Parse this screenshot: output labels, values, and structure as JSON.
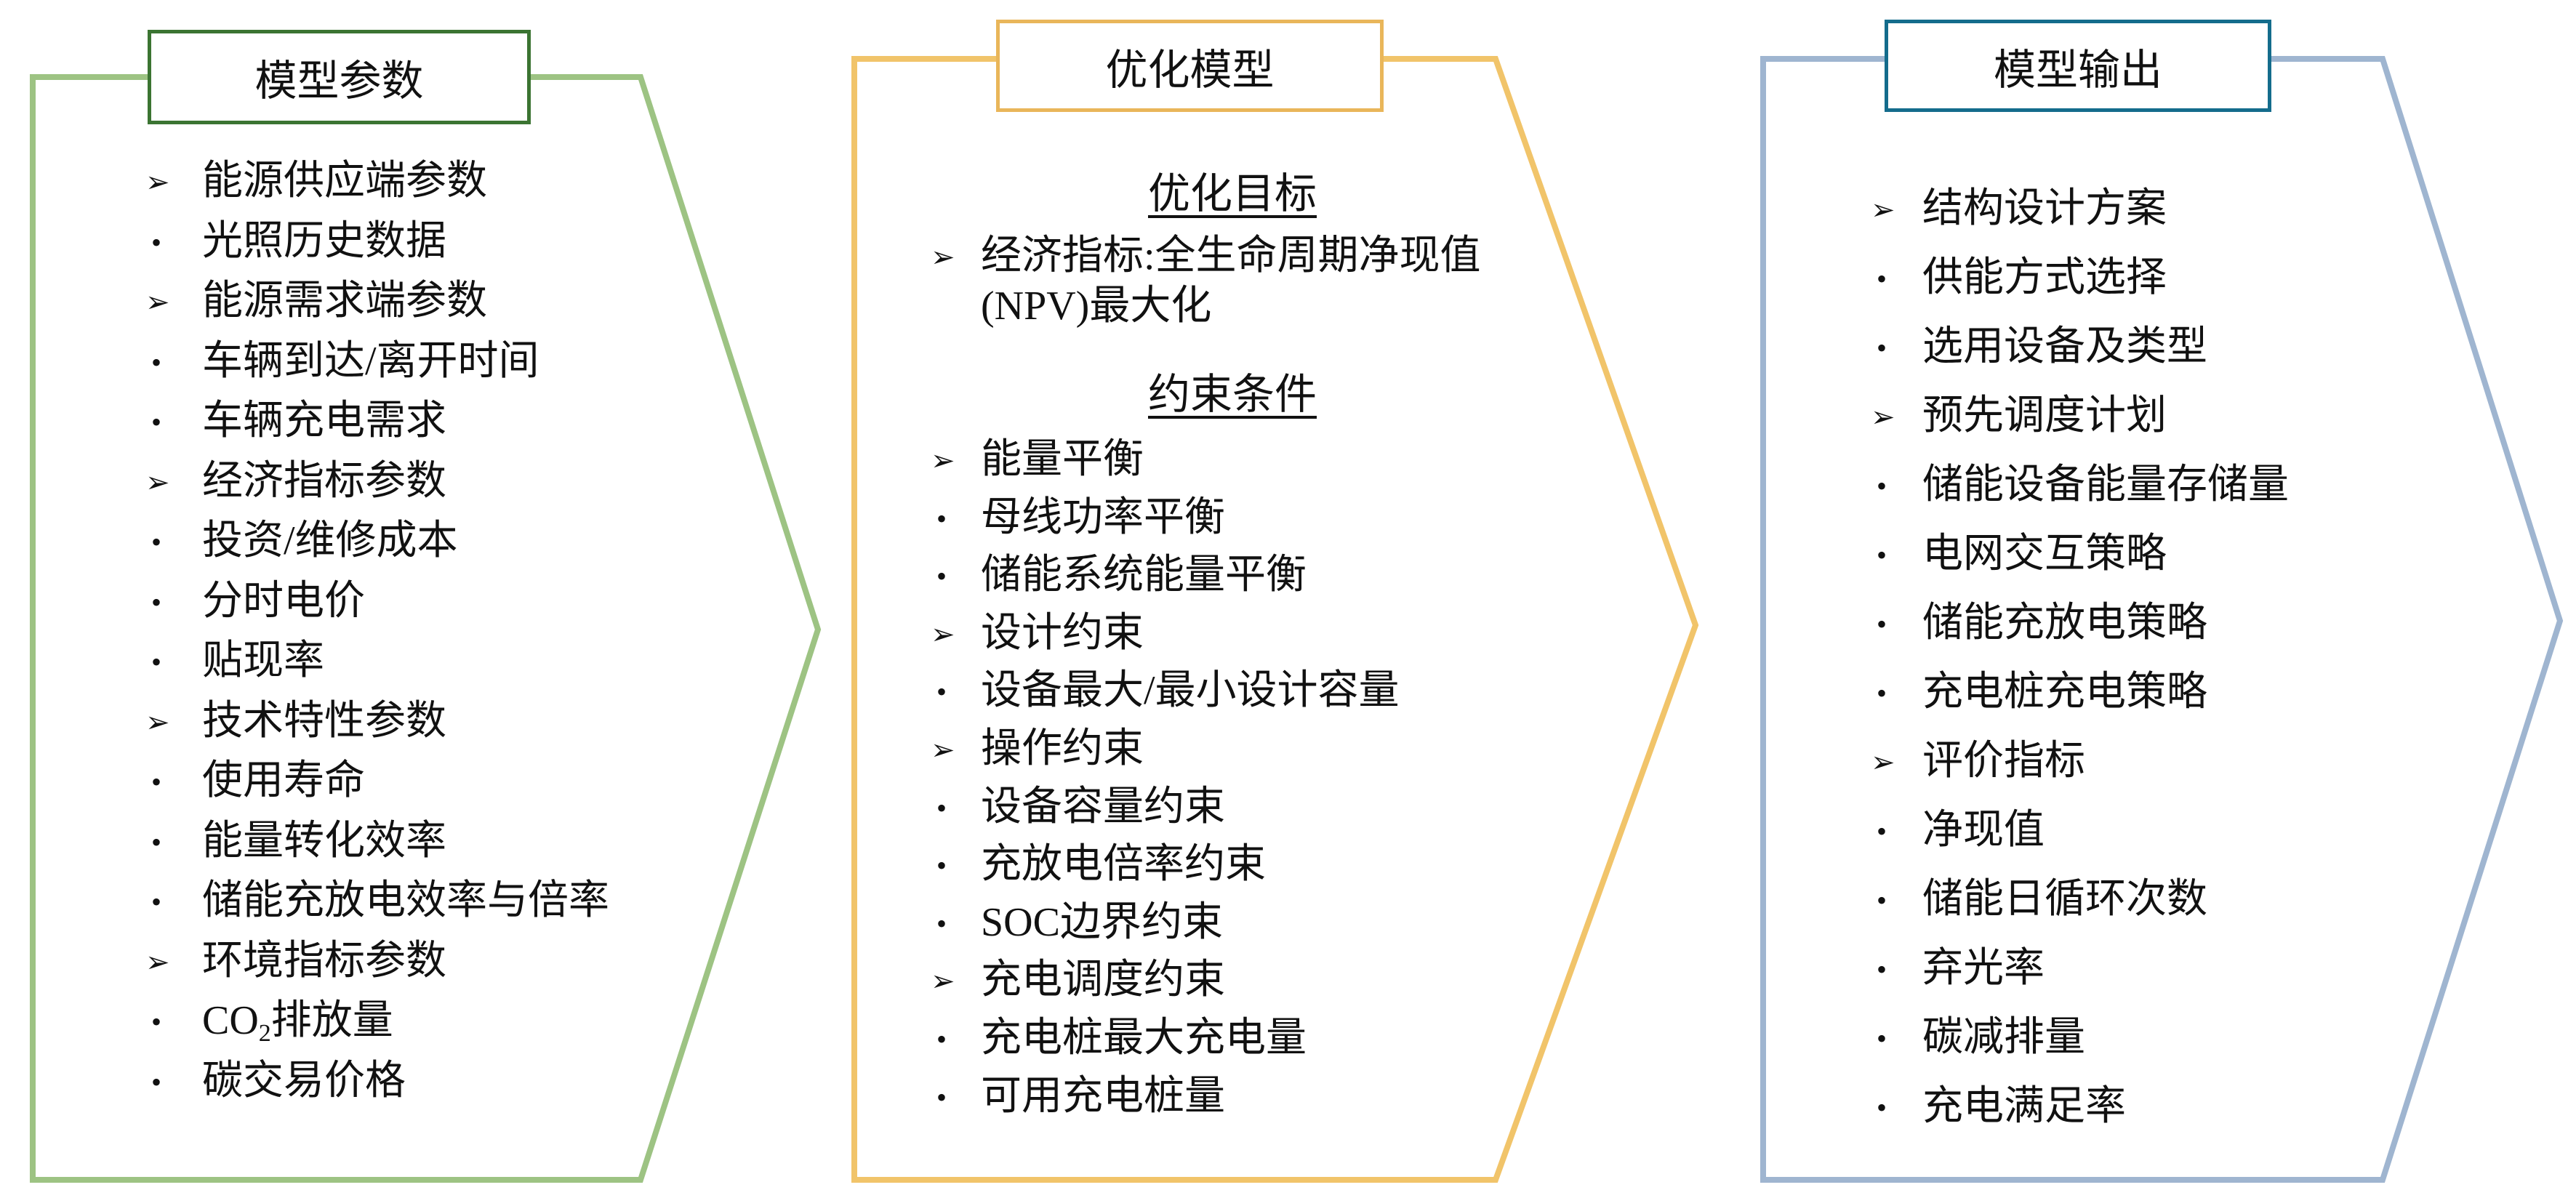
{
  "colors": {
    "panel1_frame": "#9dc383",
    "panel1_title_border": "#3b7432",
    "panel2_frame": "#f1c46a",
    "panel2_title_border": "#e9b65a",
    "panel3_frame": "#9fb5d0",
    "panel3_title_border": "#146c8c"
  },
  "panels": [
    {
      "title": "模型参数",
      "items": [
        {
          "bullet": "arrow",
          "text": "能源供应端参数"
        },
        {
          "bullet": "dot",
          "text": "光照历史数据"
        },
        {
          "bullet": "arrow",
          "text": "能源需求端参数"
        },
        {
          "bullet": "dot",
          "text": "车辆到达/离开时间"
        },
        {
          "bullet": "dot",
          "text": "车辆充电需求"
        },
        {
          "bullet": "arrow",
          "text": "经济指标参数"
        },
        {
          "bullet": "dot",
          "text": "投资/维修成本"
        },
        {
          "bullet": "dot",
          "text": "分时电价"
        },
        {
          "bullet": "dot",
          "text": "贴现率"
        },
        {
          "bullet": "arrow",
          "text": "技术特性参数"
        },
        {
          "bullet": "dot",
          "text": "使用寿命"
        },
        {
          "bullet": "dot",
          "text": "能量转化效率"
        },
        {
          "bullet": "dot",
          "text": "储能充放电效率与倍率"
        },
        {
          "bullet": "arrow",
          "text": "环境指标参数"
        },
        {
          "bullet": "dot",
          "text": "CO",
          "sub": "2",
          "suffix": "排放量"
        },
        {
          "bullet": "dot",
          "text": "碳交易价格"
        }
      ]
    },
    {
      "title": "优化模型",
      "objective_heading": "优化目标",
      "objective": {
        "bullet": "arrow",
        "line1": "经济指标:全生命周期净现值",
        "line2": "(NPV)最大化"
      },
      "constraints_heading": "约束条件",
      "items": [
        {
          "bullet": "arrow",
          "text": "能量平衡"
        },
        {
          "bullet": "dot",
          "text": "母线功率平衡"
        },
        {
          "bullet": "dot",
          "text": "储能系统能量平衡"
        },
        {
          "bullet": "arrow",
          "text": "设计约束"
        },
        {
          "bullet": "dot",
          "text": "设备最大/最小设计容量"
        },
        {
          "bullet": "arrow",
          "text": "操作约束"
        },
        {
          "bullet": "dot",
          "text": "设备容量约束"
        },
        {
          "bullet": "dot",
          "text": "充放电倍率约束"
        },
        {
          "bullet": "dot",
          "text": "SOC边界约束"
        },
        {
          "bullet": "arrow",
          "text": "充电调度约束"
        },
        {
          "bullet": "dot",
          "text": "充电桩最大充电量"
        },
        {
          "bullet": "dot",
          "text": "可用充电桩量"
        }
      ]
    },
    {
      "title": "模型输出",
      "items": [
        {
          "bullet": "arrow",
          "text": "结构设计方案"
        },
        {
          "bullet": "dot",
          "text": "供能方式选择"
        },
        {
          "bullet": "dot",
          "text": "选用设备及类型"
        },
        {
          "bullet": "arrow",
          "text": "预先调度计划"
        },
        {
          "bullet": "dot",
          "text": "储能设备能量存储量"
        },
        {
          "bullet": "dot",
          "text": "电网交互策略"
        },
        {
          "bullet": "dot",
          "text": "储能充放电策略"
        },
        {
          "bullet": "dot",
          "text": "充电桩充电策略"
        },
        {
          "bullet": "arrow",
          "text": "评价指标"
        },
        {
          "bullet": "dot",
          "text": "净现值"
        },
        {
          "bullet": "dot",
          "text": "储能日循环次数"
        },
        {
          "bullet": "dot",
          "text": "弃光率"
        },
        {
          "bullet": "dot",
          "text": "碳减排量"
        },
        {
          "bullet": "dot",
          "text": "充电满足率"
        }
      ]
    }
  ]
}
